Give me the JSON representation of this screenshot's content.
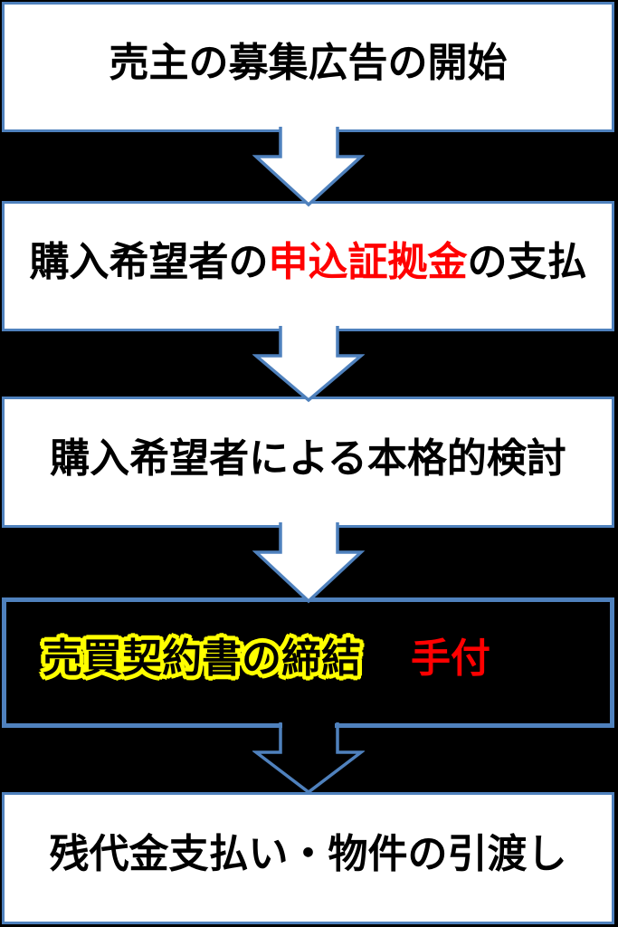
{
  "colors": {
    "border_blue": "#4f81bd",
    "box_fill": "#ffffff",
    "text_black": "#000000",
    "text_red": "#ff0000",
    "glow_yellow": "#ffff00",
    "page_bg": "#000000"
  },
  "flow": {
    "steps": [
      {
        "id": "step-1",
        "text": "売主の募集広告の開始"
      },
      {
        "id": "step-2",
        "segments": [
          {
            "text": "購入希望者の",
            "color": "black"
          },
          {
            "text": "申込証拠金",
            "color": "red"
          },
          {
            "text": "の支払",
            "color": "black"
          }
        ]
      },
      {
        "id": "step-3",
        "text": "購入希望者による本格的検討"
      },
      {
        "id": "step-4",
        "segments": [
          {
            "text": "売買契約書の締結",
            "style": "yellow-glow"
          },
          {
            "text": "手付",
            "style": "red"
          }
        ]
      },
      {
        "id": "step-5",
        "text": "残代金支払い・物件の引渡し"
      }
    ],
    "connector": "down-arrow"
  }
}
